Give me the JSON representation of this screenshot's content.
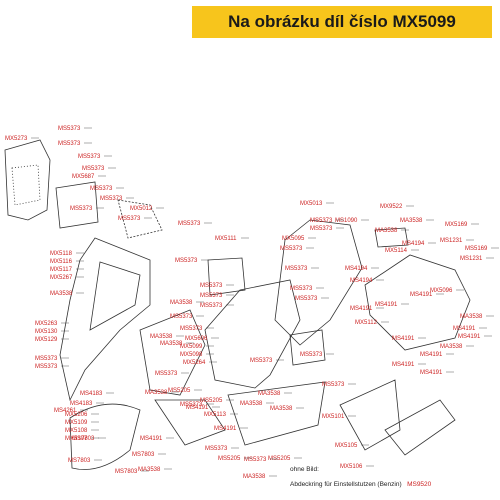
{
  "header": {
    "title": "Na obrázku díl číslo MX5099"
  },
  "caption": {
    "line1": "ohne Bild:",
    "line2": "Abdeckring für Einstellstutzen (Benzin)",
    "code": "MS9520"
  },
  "colors": {
    "banner": "#f7c51c",
    "label": "#cc2222",
    "line": "#333333"
  },
  "part_labels": [
    "MX5273",
    "MS5373",
    "MS5373",
    "MS5373",
    "MS5373",
    "MX5687",
    "MS5373",
    "MS5373",
    "MS5373",
    "MX5012",
    "MS5373",
    "MS5373",
    "MX5118",
    "MX5116",
    "MX5117",
    "MX5267",
    "MA3538",
    "MX5263",
    "MX5130",
    "MX5129",
    "MS5373",
    "MS5373",
    "MS4261",
    "MS4183",
    "MS4183",
    "MS5373",
    "MX5111",
    "MS5373",
    "MS5373",
    "MS5373",
    "MA3538",
    "MS5373",
    "MS5373",
    "MA3538",
    "MA3538",
    "MX5606",
    "MX5099",
    "MX5098",
    "MX5264",
    "MS5373",
    "MS5373",
    "MS5373",
    "MS5373",
    "MX5013",
    "MS5373",
    "MS5373",
    "MS1090",
    "MX5095",
    "MS5373",
    "MS5373",
    "MS5373",
    "MS5373",
    "MX9522",
    "MA3538",
    "MA3538",
    "MX5169",
    "MS4194",
    "MS1231",
    "MX5114",
    "MS5169",
    "MS1231",
    "MS4194",
    "MS4194",
    "MX5096",
    "MS4191",
    "MX5112",
    "MS4191",
    "MS4191",
    "MS4191",
    "MA3538",
    "MS4191",
    "MS4191",
    "MA3538",
    "MS4191",
    "MS4191",
    "MS4191",
    "MS5373",
    "MS5373",
    "MA3538",
    "MS4191",
    "MX5206",
    "MX5109",
    "MX5108",
    "MX5107",
    "MS5205",
    "MS5205",
    "MS4191",
    "MX5113",
    "MS4191",
    "MA3538",
    "MA3538",
    "MA3538",
    "MX5101",
    "MX5105",
    "MX5106",
    "MS7803",
    "MS7803",
    "MS7803",
    "MS7803",
    "MA3538",
    "MS5373",
    "MA3538",
    "MS5205",
    "MS5205"
  ]
}
